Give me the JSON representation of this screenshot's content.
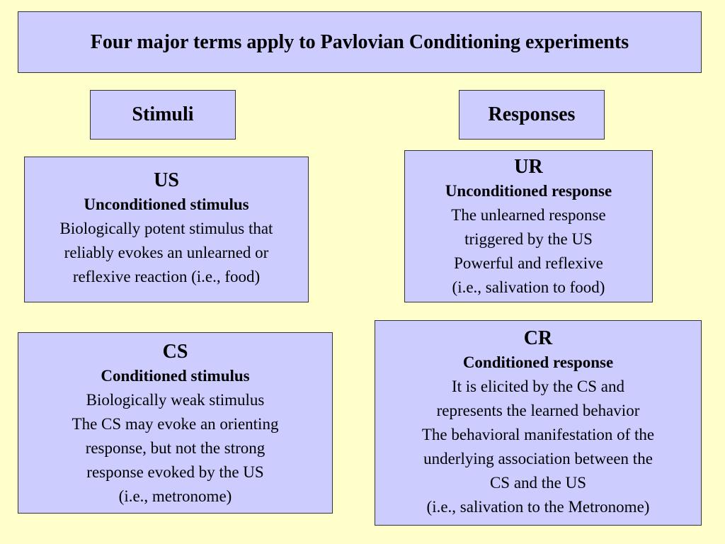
{
  "title": "Four major terms apply to Pavlovian Conditioning experiments",
  "headers": {
    "stimuli": "Stimuli",
    "responses": "Responses"
  },
  "us": {
    "abbr": "US",
    "full": "Unconditioned stimulus",
    "lines": [
      "Biologically potent stimulus that",
      "reliably evokes an unlearned or",
      "reflexive reaction (i.e., food)"
    ]
  },
  "ur": {
    "abbr": "UR",
    "full": "Unconditioned response",
    "lines": [
      "The unlearned response",
      "triggered by the US",
      "Powerful and reflexive",
      "(i.e., salivation to food)"
    ]
  },
  "cs": {
    "abbr": "CS",
    "full": "Conditioned stimulus",
    "lines": [
      "Biologically weak stimulus",
      "The CS may evoke an orienting",
      "response, but not the strong",
      "response evoked by the US",
      "(i.e., metronome)"
    ]
  },
  "cr": {
    "abbr": "CR",
    "full": "Conditioned response",
    "lines": [
      "It is elicited by the CS and",
      "represents the learned behavior",
      "The behavioral manifestation of the",
      "underlying association between the",
      "CS and the US",
      "(i.e., salivation to the Metronome)"
    ]
  }
}
